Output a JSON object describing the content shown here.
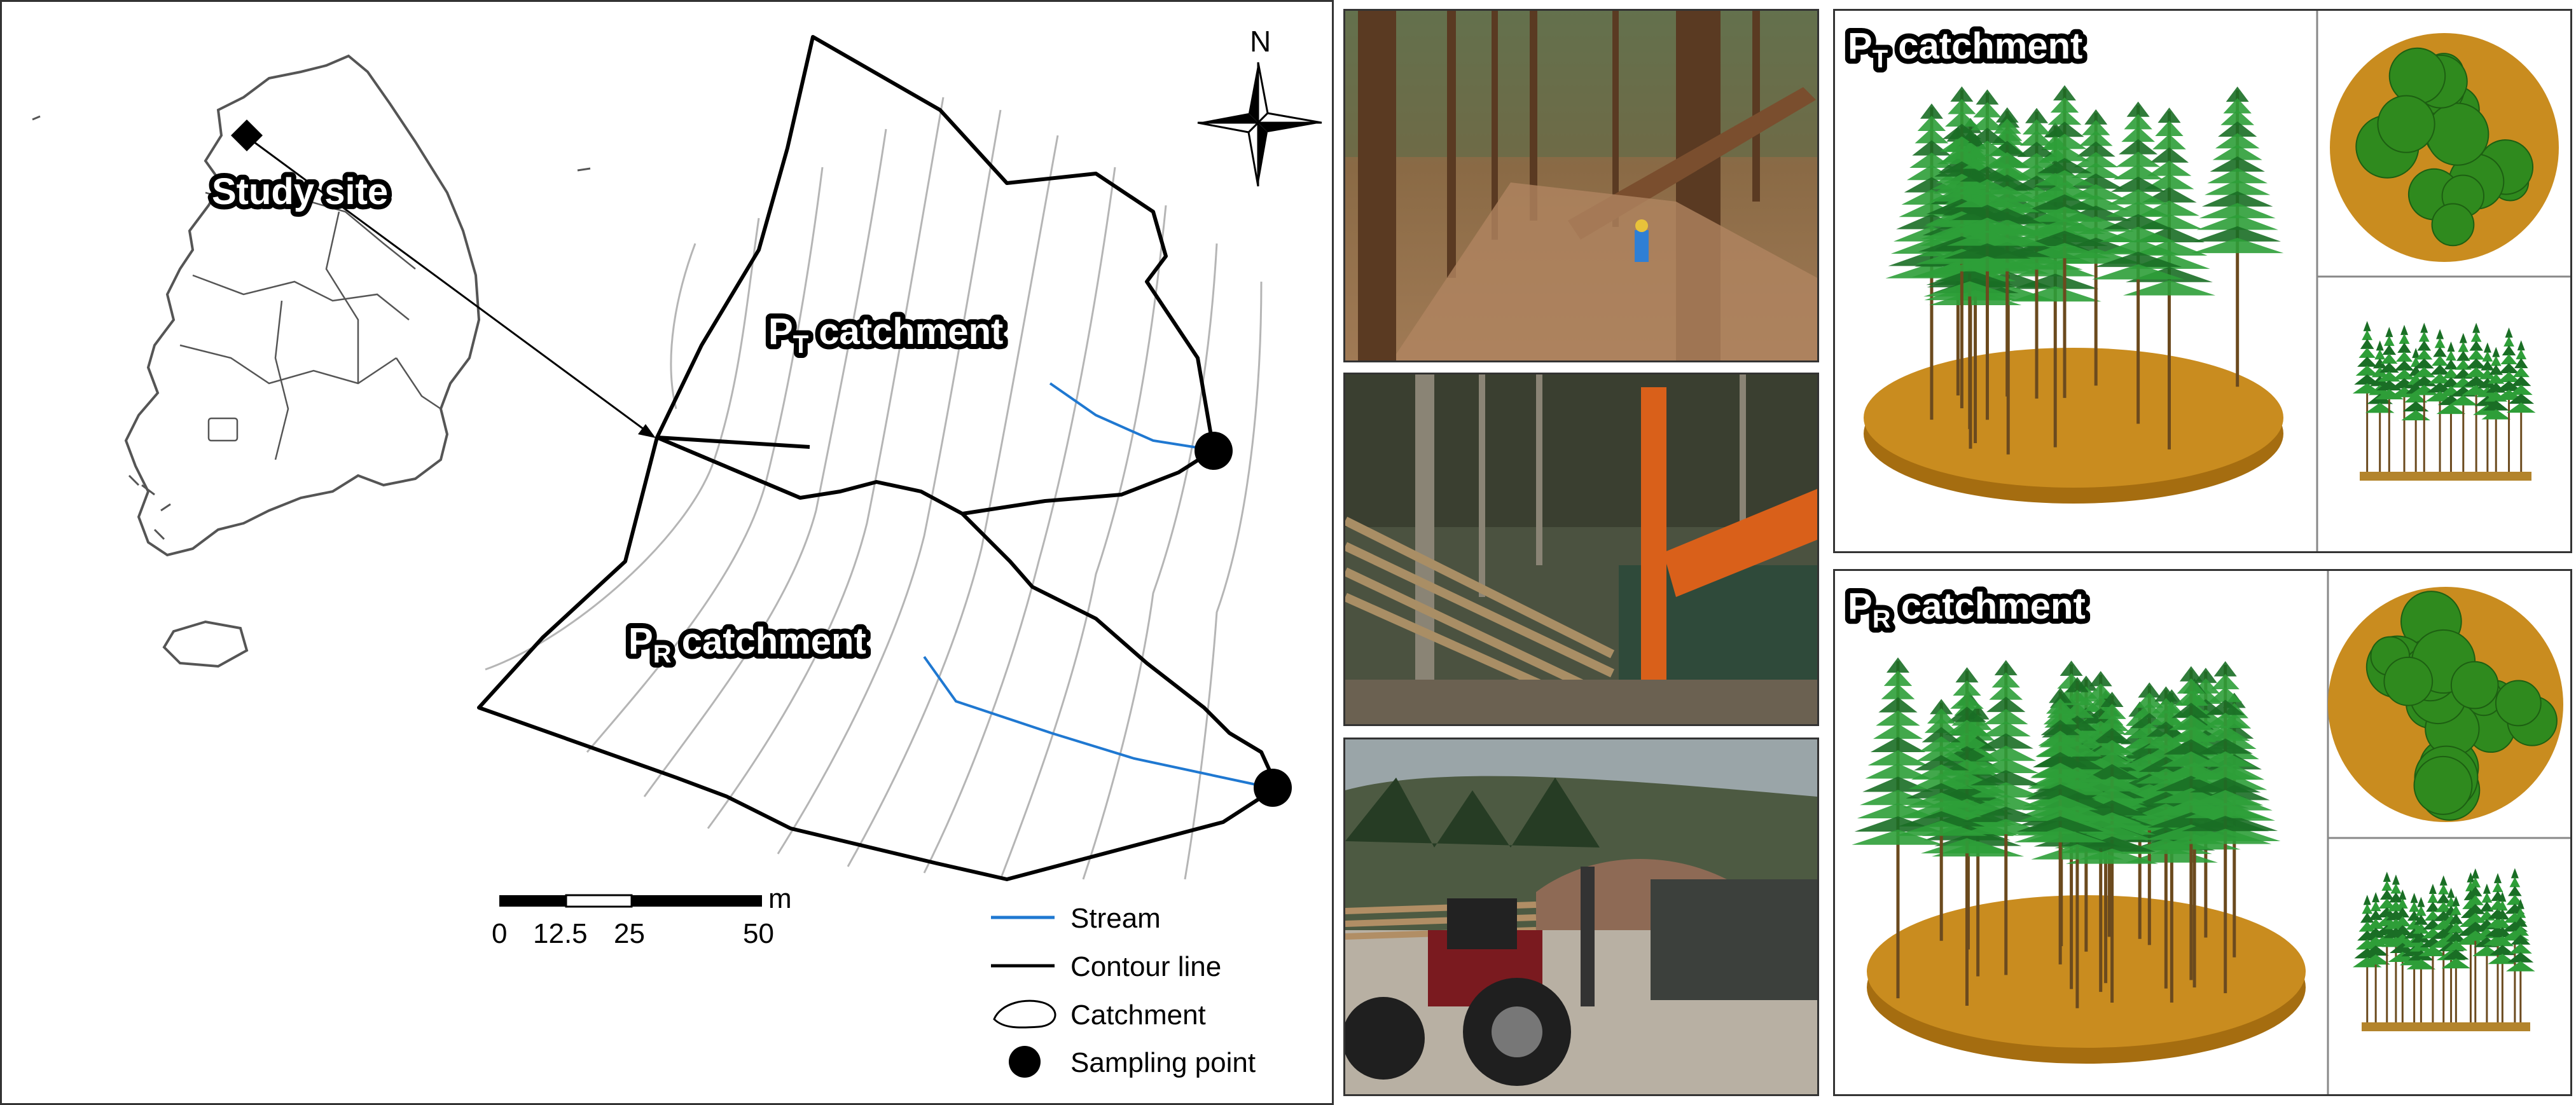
{
  "colors": {
    "stream": "#1f78d1",
    "catchment_line": "#000000",
    "contour": "#b5b5b5",
    "tree_crown": "#2e9e38",
    "tree_crown_dark": "#1a6e25",
    "ground": "#c88a1e",
    "crown_top": "#2f8a1e"
  },
  "map": {
    "site_label": "Study site",
    "north_label": "N",
    "pt_catchment": {
      "main": "P",
      "sub": "T",
      "rest": " catchment"
    },
    "pr_catchment": {
      "main": "P",
      "sub": "R",
      "rest": " catchment"
    },
    "scale": {
      "unit": "m",
      "ticks": [
        "0",
        "12.5",
        "25",
        "50"
      ]
    },
    "legend": [
      {
        "label": "Stream",
        "symbol": "stream-line"
      },
      {
        "label": "Contour line",
        "symbol": "contour-line"
      },
      {
        "label": "Catchment",
        "symbol": "catchment-polygon"
      },
      {
        "label": "Sampling point",
        "symbol": "sampling-point"
      }
    ]
  },
  "photos": [
    {
      "name": "forest-slope-photo",
      "icon": "pine-forest-photo"
    },
    {
      "name": "harvester-photo",
      "icon": "excavator-photo"
    },
    {
      "name": "forwarder-photo",
      "icon": "tractor-photo"
    }
  ],
  "stand_models": [
    {
      "name": "pt-stand",
      "title": {
        "main": "P",
        "sub": "T",
        "rest": " catchment"
      }
    },
    {
      "name": "pr-stand",
      "title": {
        "main": "P",
        "sub": "R",
        "rest": " catchment"
      }
    }
  ]
}
